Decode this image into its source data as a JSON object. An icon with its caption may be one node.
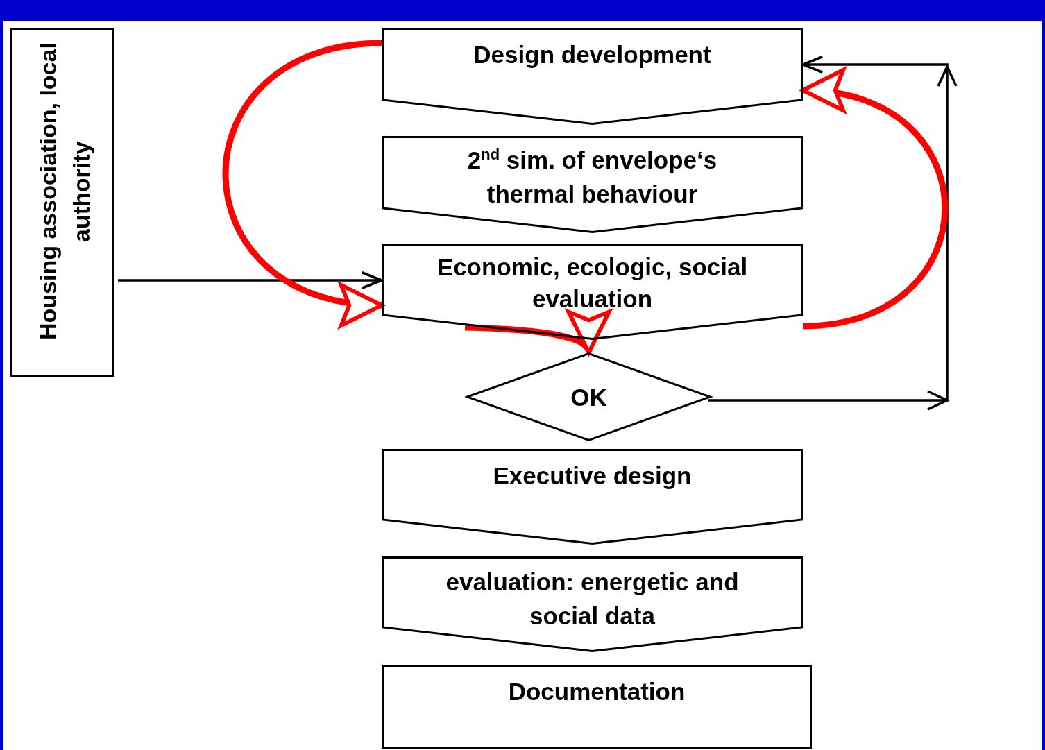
{
  "diagram": {
    "nodes": [
      {
        "text": [
          "Housing association, local authority"
        ]
      },
      {
        "text": [
          "Design development"
        ]
      },
      {
        "text": [
          "2$^{nd}$ sim. of envelope‘s thermal behaviour"
        ]
      },
      {
        "text": [
          "Economic, ecologic, social evaluation"
        ]
      },
      {
        "text": [
          "OK"
        ]
      },
      {
        "text": [
          "Executive design"
        ]
      },
      {
        "text": [
          "evaluation: energetic and social data"
        ]
      },
      {
        "text": [
          "Documentation"
        ]
      }
    ],
    "edges": [
      {
        "from": 0,
        "to": 3,
        "arrow": "to",
        "color": "#000000"
      },
      {
        "from": 4,
        "to": 1,
        "arrow": "to",
        "color": "#000000"
      },
      {
        "from": 1,
        "to": 3,
        "arrow": "to"
      },
      {
        "from": 3,
        "to": 1,
        "arrow": "to"
      },
      {
        "from": 3,
        "to": 4,
        "arrow": "to"
      }
    ]
  }
}
